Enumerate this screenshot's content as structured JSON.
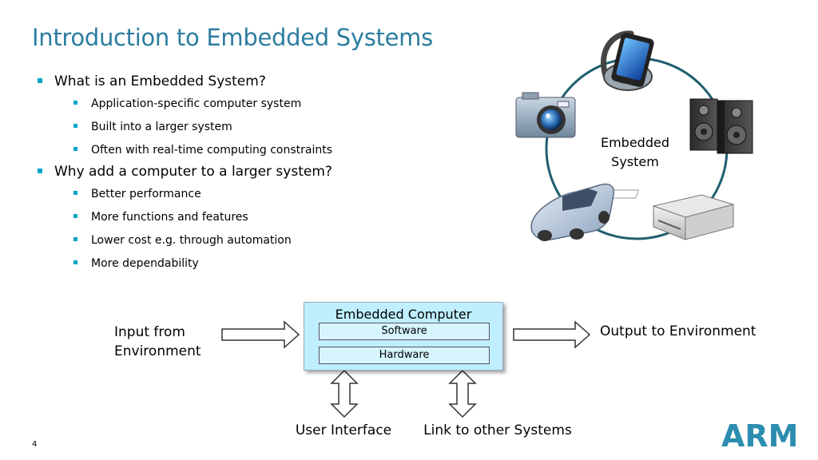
{
  "slide": {
    "title": "Introduction to Embedded Systems",
    "number": "4"
  },
  "bullets": {
    "q1": "What is an Embedded System?",
    "q1_items": [
      "Application-specific computer system",
      "Built into a larger system",
      "Often with real-time computing constraints"
    ],
    "q2": "Why add a computer to a larger system?",
    "q2_items": [
      "Better performance",
      "More functions and features",
      "Lower cost e.g. through automation",
      "More dependability"
    ]
  },
  "circle_diagram": {
    "center_label_line1": "Embedded",
    "center_label_line2": "System",
    "devices": [
      "smartphone-headphones-icon",
      "speakers-icon",
      "printer-icon",
      "car-icon",
      "camera-icon"
    ]
  },
  "flow_diagram": {
    "input_line1": "Input from",
    "input_line2": "Environment",
    "box_title": "Embedded Computer",
    "software": "Software",
    "hardware": "Hardware",
    "output": "Output to Environment",
    "user_interface": "User Interface",
    "link": "Link to other Systems",
    "box_color": "#bfefff"
  },
  "logo": {
    "text": "ARM",
    "color": "#2c8db0"
  },
  "colors": {
    "title": "#2c7da0",
    "bullet": "#00a5c8",
    "circle": "#1f5f6e"
  }
}
